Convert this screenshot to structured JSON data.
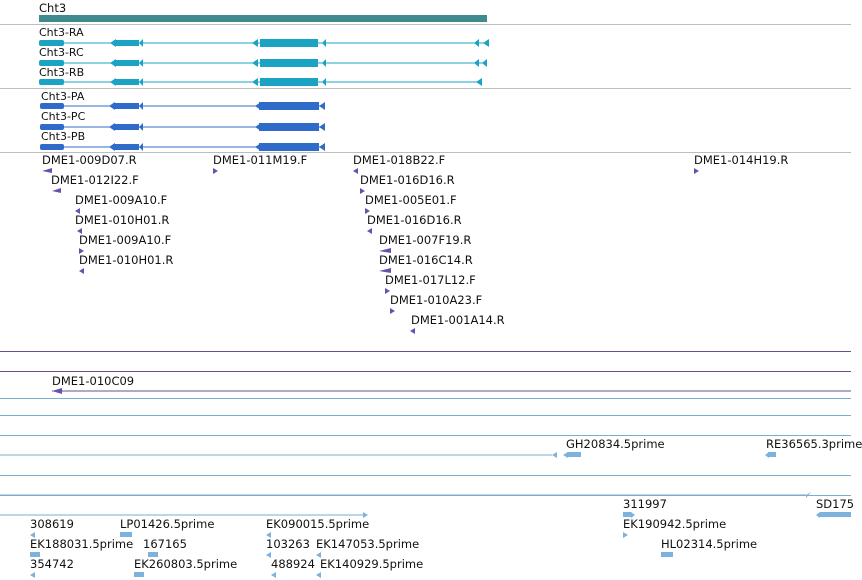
{
  "colors": {
    "gene": "#3e8a8c",
    "transcript_r": "#1ba3c4",
    "transcript_p": "#2f6cc9",
    "est": "#6a4fad",
    "cdna": "#7db2dc",
    "divider_gray": "#bdbdbd",
    "divider_purple": "#6a4f86",
    "divider_blue": "#7aaed1"
  },
  "gene": {
    "name": "Cht3",
    "icon": "gene-bar"
  },
  "transcripts_r": [
    {
      "name": "Cht3-RA"
    },
    {
      "name": "Cht3-RC"
    },
    {
      "name": "Cht3-RB"
    }
  ],
  "transcripts_p": [
    {
      "name": "Cht3-PA"
    },
    {
      "name": "Cht3-PC"
    },
    {
      "name": "Cht3-PB"
    }
  ],
  "est_labels": [
    "DME1-009D07.R",
    "DME1-011M19.F",
    "DME1-018B22.F",
    "DME1-014H19.R",
    "DME1-012I22.F",
    "DME1-016D16.R",
    "DME1-009A10.F",
    "DME1-005E01.F",
    "DME1-010H01.R",
    "DME1-016D16.R",
    "DME1-009A10.F",
    "DME1-007F19.R",
    "DME1-010H01.R",
    "DME1-016C14.R",
    "DME1-017L12.F",
    "DME1-010A23.F",
    "DME1-001A14.R"
  ],
  "bac": {
    "name": "DME1-010C09"
  },
  "cdna_labels": [
    "GH20834.5prime",
    "RE36565.3prime",
    "311997",
    "SD175",
    "EK190942.5prime",
    "HL02314.5prime",
    "308619",
    "LP01426.5prime",
    "EK090015.5prime",
    "EK188031.5prime",
    "167165",
    "103263",
    "EK147053.5prime",
    "354742",
    "EK260803.5prime",
    "488924",
    "EK140929.5prime"
  ]
}
